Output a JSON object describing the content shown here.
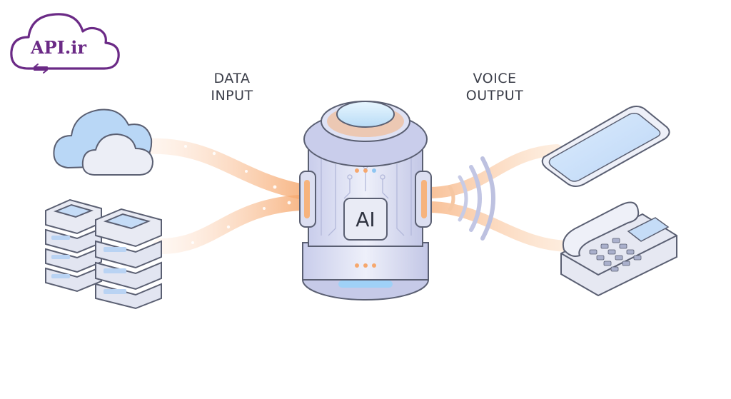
{
  "logo": {
    "text": "API.ir",
    "color": "#6b2a86"
  },
  "labels": {
    "data_input": [
      "DATA",
      "INPUT"
    ],
    "voice_output": [
      "VOICE",
      "OUTPUT"
    ]
  },
  "core": {
    "label": "AI"
  },
  "colors": {
    "flow_orange": "#f6a86e",
    "flow_peach": "#fbc9a4",
    "device_blue": "#cfe3fb",
    "core_lavender": "#cfd3ee",
    "outline": "#5a5f72"
  },
  "icons": [
    "cloud-icon",
    "server-stack-icon",
    "ai-core-icon",
    "sound-wave-icon",
    "smartphone-icon",
    "desk-phone-icon"
  ]
}
